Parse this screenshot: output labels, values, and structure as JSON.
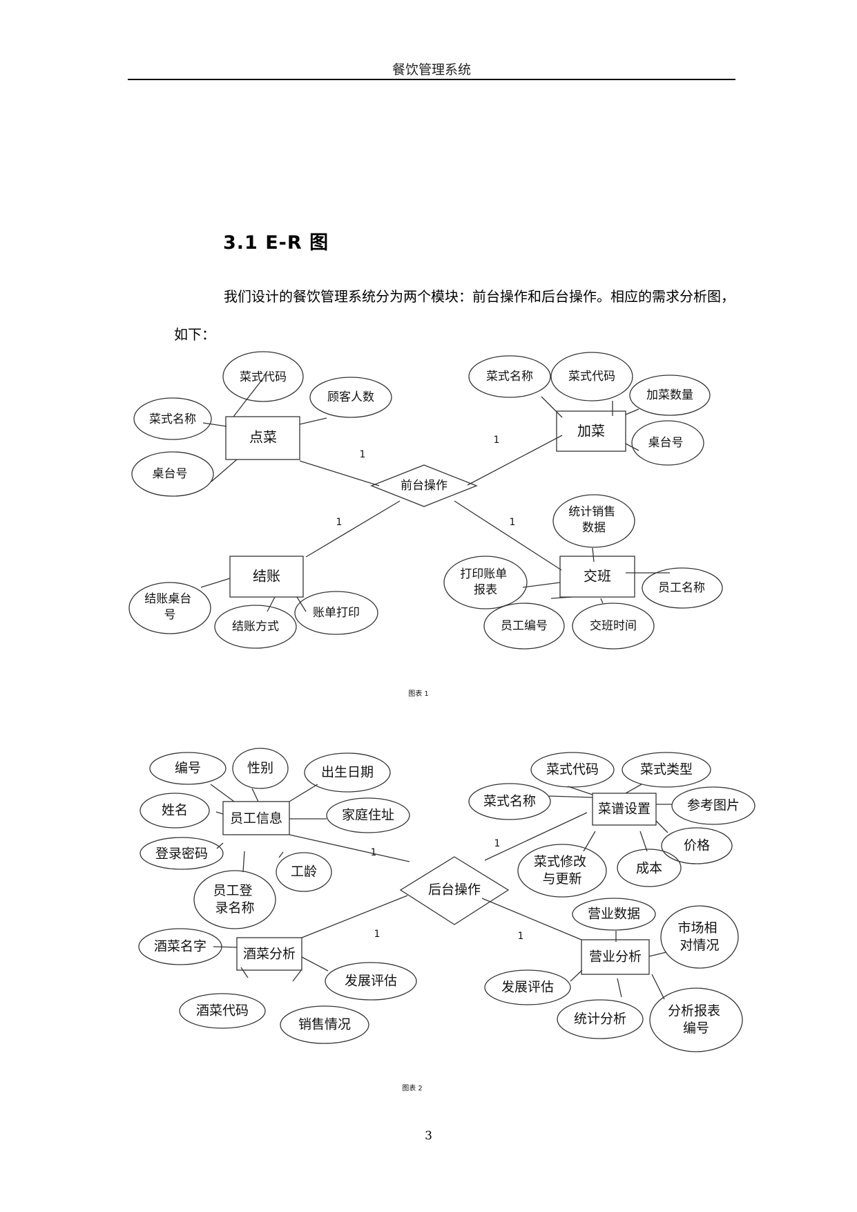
{
  "header": {
    "title": "餐饮管理系统"
  },
  "section": {
    "title": "3.1 E-R 图"
  },
  "intro": {
    "text": "我们设计的餐饮管理系统分为两个模块：前台操作和后台操作。相应的需求分析图，如下："
  },
  "diagram1": {
    "caption": "图表 1",
    "relationship": "前台操作",
    "entities": {
      "dian_cai": {
        "label": "点菜",
        "attributes": [
          "菜式代码",
          "顾客人数",
          "菜式名称",
          "桌台号"
        ]
      },
      "jia_cai": {
        "label": "加菜",
        "attributes": [
          "菜式名称",
          "菜式代码",
          "加菜数量",
          "桌台号"
        ]
      },
      "jie_zhang": {
        "label": "结账",
        "attributes": [
          "结账桌台号",
          "结账方式",
          "账单打印"
        ]
      },
      "jiao_ban": {
        "label": "交班",
        "attributes": [
          "统计销售数据",
          "打印账单报表",
          "员工名称",
          "员工编号",
          "交班时间"
        ]
      }
    },
    "cardinalities": [
      "1",
      "1",
      "1",
      "1"
    ]
  },
  "diagram2": {
    "caption": "图表 2",
    "relationship": "后台操作",
    "entities": {
      "yuan_gong": {
        "label": "员工信息",
        "attributes": [
          "编号",
          "性别",
          "出生日期",
          "姓名",
          "家庭住址",
          "登录密码",
          "工龄",
          "员工登录名称"
        ]
      },
      "cai_pu": {
        "label": "菜谱设置",
        "attributes": [
          "菜式代码",
          "菜式类型",
          "菜式名称",
          "参考图片",
          "价格",
          "菜式修改与更新",
          "成本"
        ]
      },
      "jiu_cai": {
        "label": "酒菜分析",
        "attributes": [
          "酒菜名字",
          "发展评估",
          "酒菜代码",
          "销售情况"
        ]
      },
      "ying_ye": {
        "label": "营业分析",
        "attributes": [
          "营业数据",
          "市场相对情况",
          "发展评估",
          "统计分析",
          "分析报表编号"
        ]
      }
    },
    "cardinalities": [
      "1",
      "1",
      "1",
      "1"
    ]
  },
  "footer": {
    "page_number": "3"
  }
}
